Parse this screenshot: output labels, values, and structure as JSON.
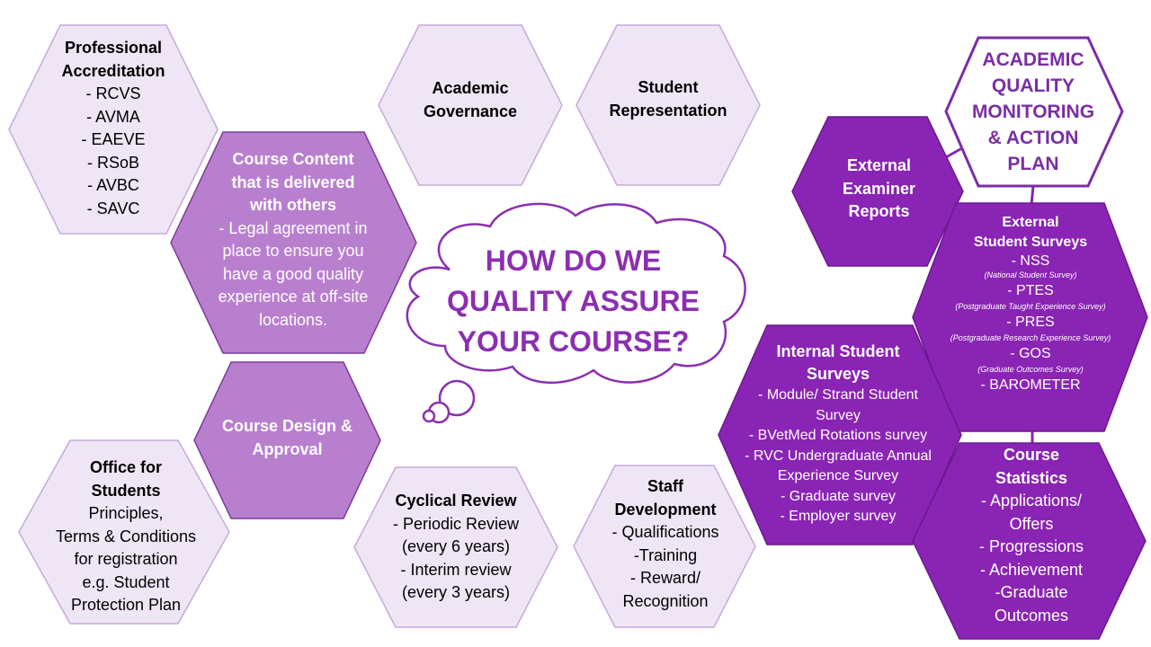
{
  "colors": {
    "light_hex": "#efe6f5",
    "light_stroke": "#c9a8da",
    "mid_hex": "#b97fcf",
    "mid_stroke": "#7b3d99",
    "dark_hex": "#8a24b4",
    "dark_stroke": "#6a1a8c",
    "accent_text": "#7b2da5"
  },
  "central_question": [
    "HOW DO WE",
    "QUALITY ASSURE",
    "YOUR COURSE?"
  ],
  "professional_accreditation": {
    "title": [
      "Professional",
      "Accreditation"
    ],
    "items": [
      "- RCVS",
      "- AVMA",
      "- EAEVE",
      "- RSoB",
      "- AVBC",
      "- SAVC"
    ]
  },
  "academic_governance": {
    "title": [
      "Academic",
      "Governance"
    ]
  },
  "student_representation": {
    "title": [
      "Student",
      "Representation"
    ]
  },
  "course_content": {
    "title": [
      "Course Content",
      "that is delivered",
      "with others"
    ],
    "items": [
      "- Legal agreement in",
      "place to ensure you",
      "have a good quality",
      "experience at off-site",
      "locations."
    ]
  },
  "course_design": {
    "title": [
      "Course Design &",
      "Approval"
    ]
  },
  "office_for_students": {
    "title": [
      "Office for",
      "Students"
    ],
    "items": [
      "Principles,",
      "Terms & Conditions",
      "for registration",
      "e.g. Student",
      "Protection Plan"
    ]
  },
  "cyclical_review": {
    "title": [
      "Cyclical Review"
    ],
    "items": [
      "- Periodic Review",
      "(every 6 years)",
      "- Interim review",
      "(every 3 years)"
    ]
  },
  "staff_development": {
    "title": [
      "Staff",
      "Development"
    ],
    "items": [
      "- Qualifications",
      "-Training",
      "- Reward/",
      "Recognition"
    ]
  },
  "academic_quality": {
    "title": [
      "ACADEMIC",
      "QUALITY",
      "MONITORING",
      "& ACTION",
      "PLAN"
    ]
  },
  "external_examiner": {
    "title": [
      "External",
      "Examiner",
      "Reports"
    ]
  },
  "external_surveys": {
    "title": [
      "External",
      "Student Surveys"
    ],
    "items": [
      {
        "label": "- NSS",
        "note": "(National Student Survey)"
      },
      {
        "label": "- PTES",
        "note": "(Postgraduate Taught Experience Survey)"
      },
      {
        "label": "- PRES",
        "note": "(Postgraduate Research Experience Survey)"
      },
      {
        "label": "- GOS",
        "note": "(Graduate Outcomes Survey)"
      },
      {
        "label": "- BAROMETER",
        "note": ""
      }
    ]
  },
  "internal_surveys": {
    "title": [
      "Internal Student",
      "Surveys"
    ],
    "items": [
      "- Module/ Strand Student",
      "Survey",
      "- BVetMed Rotations survey",
      "- RVC Undergraduate Annual",
      "Experience Survey",
      "- Graduate survey",
      "- Employer survey"
    ]
  },
  "course_statistics": {
    "title": [
      "Course",
      "Statistics"
    ],
    "items": [
      "- Applications/",
      "Offers",
      "- Progressions",
      "- Achievement",
      "-Graduate",
      "Outcomes"
    ]
  }
}
